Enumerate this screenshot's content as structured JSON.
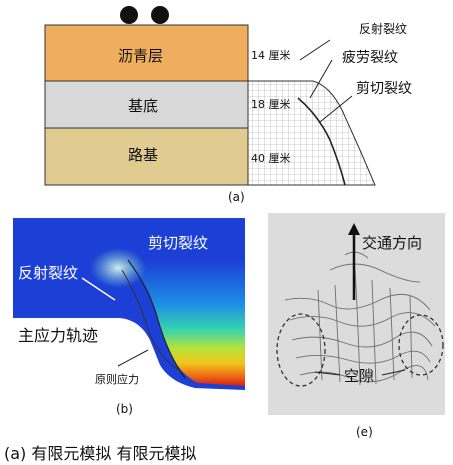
{
  "panel_a": {
    "layers": [
      {
        "label": "沥青层",
        "thickness": "14 厘米",
        "color": "#efae5d"
      },
      {
        "label": "基底",
        "thickness": "18 厘米",
        "color": "#d8d8d8"
      },
      {
        "label": "路基",
        "thickness": "40 厘米",
        "color": "#e0cb90"
      }
    ],
    "crack_labels": [
      "反射裂纹",
      "疲劳裂纹",
      "剪切裂纹"
    ],
    "caption": "(a)"
  },
  "panel_b": {
    "labels": {
      "shear_crack": "剪切裂纹",
      "reflective_crack": "反射裂纹",
      "stress_path": "主应力轨迹",
      "principal_stress": "原则应力"
    },
    "caption": "(b)"
  },
  "panel_c": {
    "traffic_direction": "交通方向",
    "voids": "空隙",
    "caption": "(e)"
  },
  "footer": {
    "caption": "(a) 有限元模拟 有限元模拟"
  }
}
